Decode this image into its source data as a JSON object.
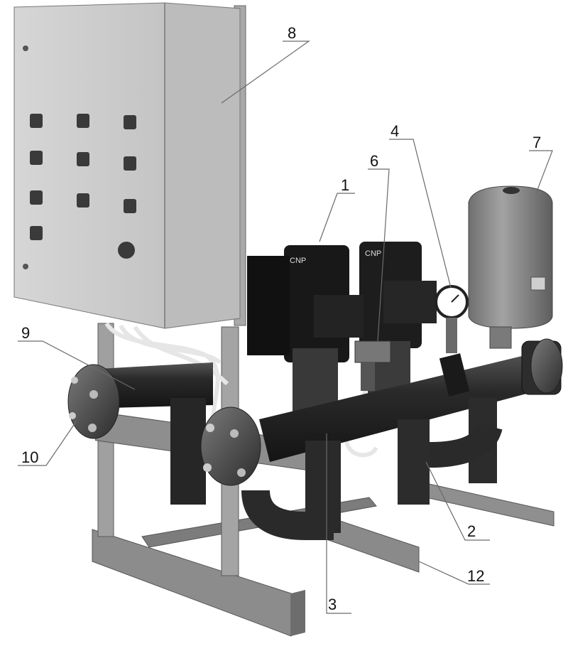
{
  "figure": {
    "description_mode": "callout-diagram",
    "colors": {
      "background": "#ffffff",
      "cabinet": "#cfcfcf",
      "cabinet_side": "#b9b9b9",
      "frame": "#9a9a9a",
      "pipe": "#2e2e2e",
      "motor": "#1c1c1c",
      "tank": "#8e8e8e",
      "label": "#111111",
      "leader": "#6a6a6a"
    },
    "callouts": [
      {
        "id": "1",
        "text": "1"
      },
      {
        "id": "2",
        "text": "2"
      },
      {
        "id": "3",
        "text": "3"
      },
      {
        "id": "4",
        "text": "4"
      },
      {
        "id": "6",
        "text": "6"
      },
      {
        "id": "7",
        "text": "7"
      },
      {
        "id": "8",
        "text": "8"
      },
      {
        "id": "9",
        "text": "9"
      },
      {
        "id": "10",
        "text": "10"
      },
      {
        "id": "12",
        "text": "12"
      }
    ],
    "motor_badge": "CNP"
  }
}
